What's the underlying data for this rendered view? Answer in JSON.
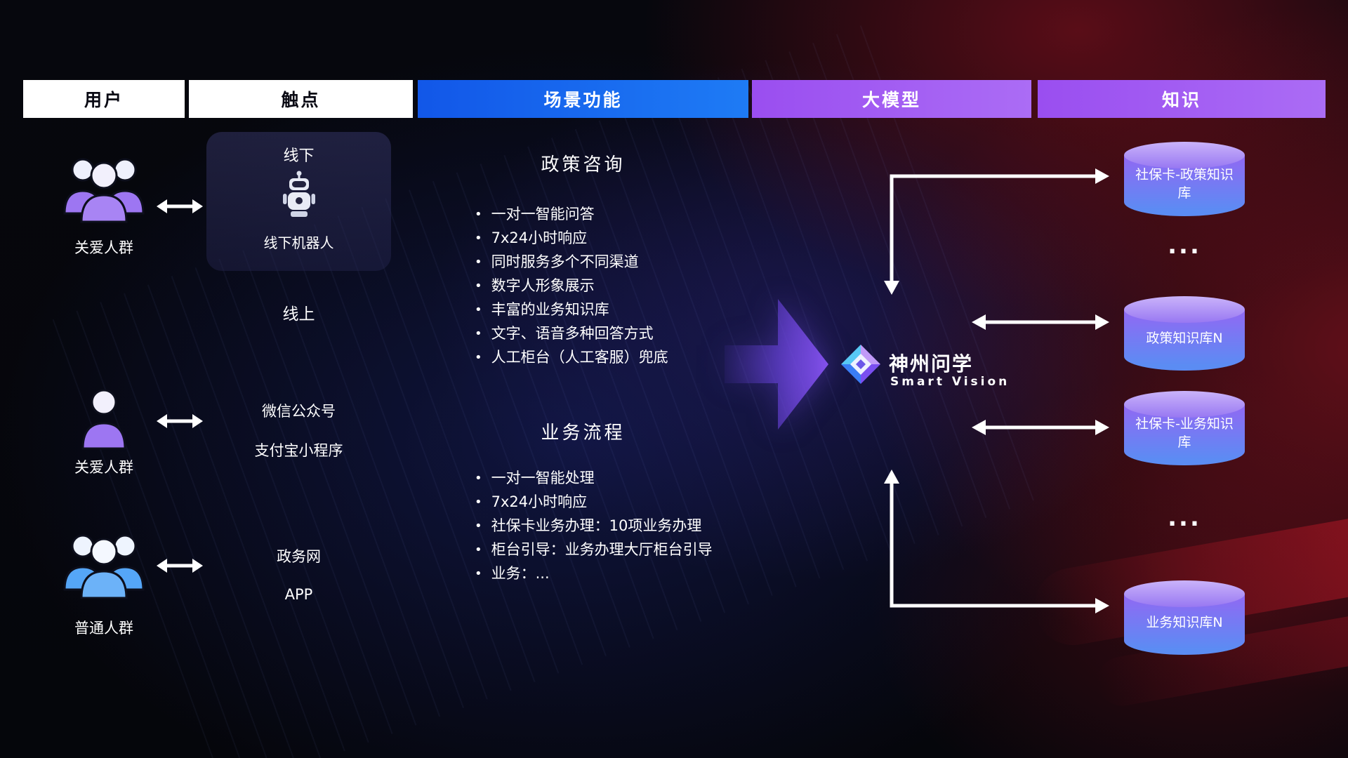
{
  "colors": {
    "header_blue": "#1668f0",
    "header_purple": "#a35ef2",
    "user_purple": "#9d76f2",
    "user_blue": "#55a6f7",
    "cylinder_top": "#b9a0f8",
    "cylinder_body_top": "#8d6bf3",
    "cylinder_body_bottom": "#5b8cf3",
    "arrow_white": "#ffffff",
    "big_arrow_purple": "#8a55f5"
  },
  "header": {
    "columns": [
      {
        "label": "用户"
      },
      {
        "label": "触点"
      },
      {
        "label": "场景功能"
      },
      {
        "label": "大模型"
      },
      {
        "label": "知识"
      }
    ]
  },
  "users": [
    {
      "label": "关爱人群"
    },
    {
      "label": "关爱人群"
    },
    {
      "label": "普通人群"
    }
  ],
  "touchpoints": {
    "offline_title": "线下",
    "offline_robot": "线下机器人",
    "online_title": "线上",
    "wechat": "微信公众号",
    "alipay": "支付宝小程序",
    "gov": "政务网",
    "app": "APP"
  },
  "scenarios": [
    {
      "title": "政策咨询",
      "items": [
        "一对一智能问答",
        "7x24小时响应",
        "同时服务多个不同渠道",
        "数字人形象展示",
        "丰富的业务知识库",
        "文字、语音多种回答方式",
        "人工柜台（人工客服）兜底"
      ]
    },
    {
      "title": "业务流程",
      "items": [
        "一对一智能处理",
        "7x24小时响应",
        "社保卡业务办理：10项业务办理",
        "柜台引导：业务办理大厅柜台引导",
        "业务：..."
      ]
    }
  ],
  "model": {
    "name": "神州问学",
    "subtitle": "Smart Vision"
  },
  "knowledge": {
    "items": [
      {
        "label": "社保卡-政策知识库"
      },
      {
        "label": "政策知识库N"
      },
      {
        "label": "社保卡-业务知识库"
      },
      {
        "label": "业务知识库N"
      }
    ],
    "ellipsis": "..."
  }
}
